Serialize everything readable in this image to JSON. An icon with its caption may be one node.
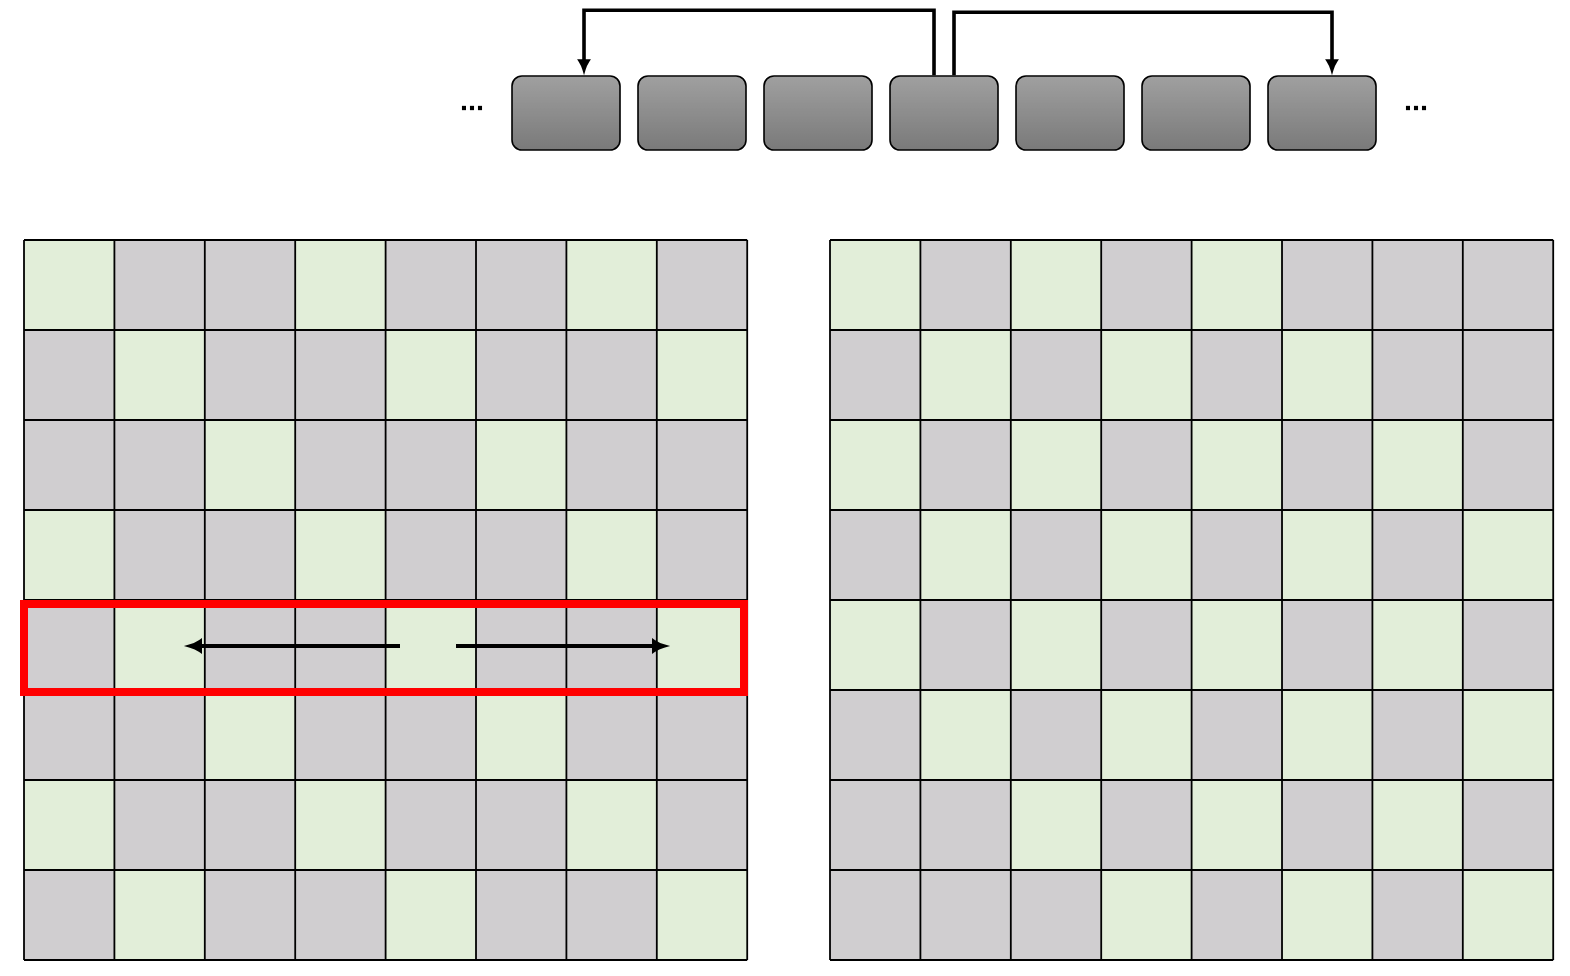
{
  "diagram": {
    "nodes": [
      {
        "text": [],
        "shape": "box"
      },
      {
        "text": [],
        "shape": "box"
      },
      {
        "text": [],
        "shape": "box"
      },
      {
        "text": [],
        "shape": "box"
      },
      {
        "text": [],
        "shape": "box"
      },
      {
        "text": [],
        "shape": "box"
      },
      {
        "text": [],
        "shape": "box"
      }
    ],
    "edges": [
      {
        "from": 3,
        "to": 0,
        "arrow": "to"
      },
      {
        "from": 3,
        "to": 6,
        "arrow": "to"
      }
    ],
    "labels": [
      "...",
      "..."
    ]
  }
}
